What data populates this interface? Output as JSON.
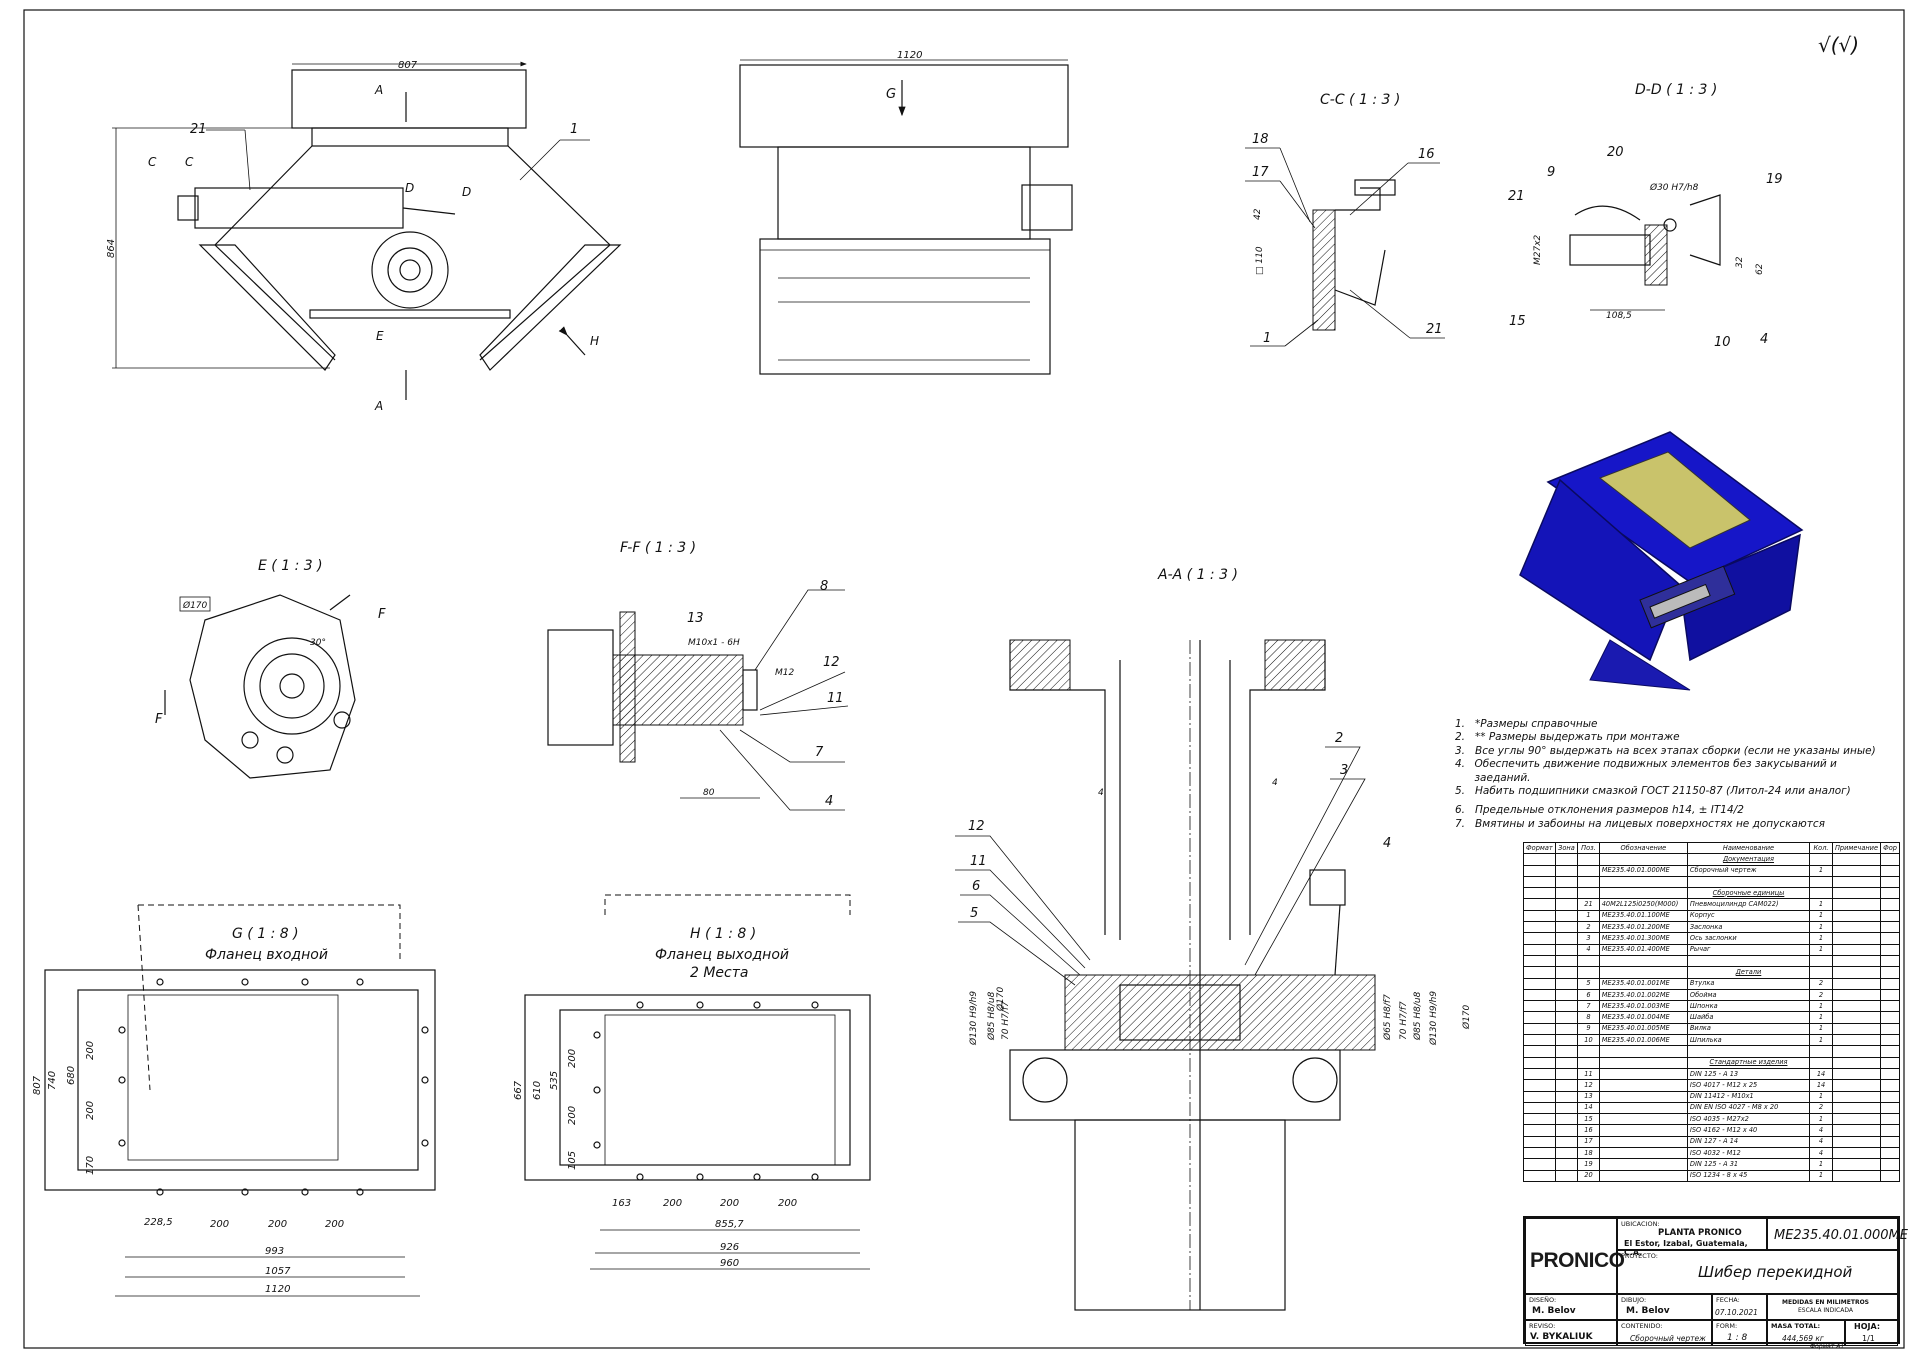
{
  "drawing": {
    "roughness_symbol": "√(√)",
    "dimensions": {
      "main_width": "807",
      "main_height": "864",
      "front_width": "1120",
      "dd_d30": "Ø30 H7/h8",
      "dd_m27": "M27х2",
      "dd_32": "32",
      "dd_62": "62",
      "dd_1085": "108,5",
      "cc_42": "42",
      "cc_110": "□ 110",
      "e_d170": "Ø170",
      "e_30": "30°",
      "ff_m10": "M10х1 - 6H",
      "ff_m12": "M12",
      "ff_80": "80",
      "aa_4a": "4",
      "aa_4b": "4",
      "aa_d170l": "Ø170",
      "aa_d130l": "Ø130 H9/h9",
      "aa_d85l": "Ø85 H8/u8",
      "aa_70l": "70 H7/f7",
      "aa_d65r": "Ø65 H8/f7",
      "aa_70r": "70 H7/f7",
      "aa_d85r": "Ø85 H8/u8",
      "aa_d130r": "Ø130 H9/h9",
      "aa_d170r": "Ø170",
      "g_807": "807",
      "g_740": "740",
      "g_680": "680",
      "g_200a": "200",
      "g_200b": "200",
      "g_170": "170",
      "g_2285": "228,5",
      "g_200c": "200",
      "g_200d": "200",
      "g_200e": "200",
      "g_993": "993",
      "g_1057": "1057",
      "g_1120": "1120",
      "h_667": "667",
      "h_610": "610",
      "h_535": "535",
      "h_200a": "200",
      "h_200b": "200",
      "h_105": "105",
      "h_163": "163",
      "h_200c": "200",
      "h_200d": "200",
      "h_200e": "200",
      "h_8557": "855,7",
      "h_926": "926",
      "h_960": "960"
    },
    "view_labels": {
      "cc": "C-C ( 1 : 3 )",
      "dd": "D-D ( 1 : 3 )",
      "e": "E ( 1 : 3 )",
      "ff": "F-F ( 1 : 3 )",
      "aa": "A-A ( 1 : 3 )",
      "g_title": "G ( 1 : 8 )",
      "g_sub": "Фланец входной",
      "h_title": "H ( 1 : 8 )",
      "h_sub1": "Фланец выходной",
      "h_sub2": "2 Места"
    },
    "markers": {
      "a_top": "A",
      "a_bot": "A",
      "c1": "C",
      "c2": "C",
      "d1": "D",
      "d2": "D",
      "e": "E",
      "h": "H",
      "g": "G",
      "f1": "F",
      "f2": "F"
    },
    "balloons": {
      "m21": "21",
      "m1": "1",
      "cc18": "18",
      "cc17": "17",
      "cc16": "16",
      "cc1": "1",
      "cc21": "21",
      "dd20": "20",
      "dd9": "9",
      "dd19": "19",
      "dd21": "21",
      "dd15": "15",
      "dd10": "10",
      "dd4": "4",
      "ff13": "13",
      "ff8": "8",
      "ff12": "12",
      "ff11": "11",
      "ff7": "7",
      "ff4": "4",
      "aa2": "2",
      "aa3": "3",
      "aa4": "4",
      "aa12": "12",
      "aa11": "11",
      "aa6": "6",
      "aa5": "5"
    },
    "colors": {
      "iso_body": "#1616c8",
      "iso_face": "#c9c36b",
      "line": "#111111"
    }
  },
  "notes": [
    {
      "n": "1.",
      "t": "*Размеры справочные"
    },
    {
      "n": "2.",
      "t": "** Размеры выдержать при монтаже"
    },
    {
      "n": "3.",
      "t": "Все углы 90° выдержать на всех этапах сборки (если не указаны иные)"
    },
    {
      "n": "4.",
      "t": "Обеспечить движение подвижных элементов без закусываний и заеданий."
    },
    {
      "n": "5.",
      "t": "Набить подшипники смазкой ГОСТ 21150-87 (Литол-24 или аналог)"
    },
    {
      "n": "6.",
      "t": "Предельные отклонения размеров h14, ± IT14/2"
    },
    {
      "n": "7.",
      "t": "Вмятины и забоины на лицевых поверхностях не допускаются"
    }
  ],
  "spec": {
    "headers": [
      "Формат",
      "Зона",
      "Поз.",
      "Обозначение",
      "Наименование",
      "Кол.",
      "Примечание",
      "Фор"
    ],
    "rows": [
      [
        "",
        "",
        "",
        "",
        "Документация",
        "",
        ""
      ],
      [
        "",
        "",
        "",
        "ME235.40.01.000ME",
        "Сборочный чертеж",
        "1",
        ""
      ],
      [
        "",
        "",
        "",
        "",
        "",
        "",
        ""
      ],
      [
        "",
        "",
        "",
        "",
        "Сборочные единицы",
        "",
        ""
      ],
      [
        "",
        "",
        "21",
        "40M2L125i0250(M000)",
        "Пневмоцилиндр CAM022)",
        "1",
        ""
      ],
      [
        "",
        "",
        "1",
        "ME235.40.01.100ME",
        "Корпус",
        "1",
        ""
      ],
      [
        "",
        "",
        "2",
        "ME235.40.01.200ME",
        "Заслонка",
        "1",
        ""
      ],
      [
        "",
        "",
        "3",
        "ME235.40.01.300ME",
        "Ось заслонки",
        "1",
        ""
      ],
      [
        "",
        "",
        "4",
        "ME235.40.01.400ME",
        "Рычаг",
        "1",
        ""
      ],
      [
        "",
        "",
        "",
        "",
        "",
        "",
        ""
      ],
      [
        "",
        "",
        "",
        "",
        "Детали",
        "",
        ""
      ],
      [
        "",
        "",
        "5",
        "ME235.40.01.001ME",
        "Втулка",
        "2",
        ""
      ],
      [
        "",
        "",
        "6",
        "ME235.40.01.002ME",
        "Обойма",
        "2",
        ""
      ],
      [
        "",
        "",
        "7",
        "ME235.40.01.003ME",
        "Шпонка",
        "1",
        ""
      ],
      [
        "",
        "",
        "8",
        "ME235.40.01.004ME",
        "Шайба",
        "1",
        ""
      ],
      [
        "",
        "",
        "9",
        "ME235.40.01.005ME",
        "Вилка",
        "1",
        ""
      ],
      [
        "",
        "",
        "10",
        "ME235.40.01.006ME",
        "Шпилька",
        "1",
        ""
      ],
      [
        "",
        "",
        "",
        "",
        "",
        "",
        ""
      ],
      [
        "",
        "",
        "",
        "",
        "Стандартные изделия",
        "",
        ""
      ],
      [
        "",
        "",
        "11",
        "",
        "DIN 125 - A 13",
        "14",
        ""
      ],
      [
        "",
        "",
        "12",
        "",
        "ISO 4017 - M12 x 25",
        "14",
        ""
      ],
      [
        "",
        "",
        "13",
        "",
        "DIN 11412 - M10x1",
        "1",
        ""
      ],
      [
        "",
        "",
        "14",
        "",
        "DIN EN ISO 4027 - M8 x 20",
        "2",
        ""
      ],
      [
        "",
        "",
        "15",
        "",
        "ISO 4035 - M27x2",
        "1",
        ""
      ],
      [
        "",
        "",
        "16",
        "",
        "ISO 4162 - M12 x 40",
        "4",
        ""
      ],
      [
        "",
        "",
        "17",
        "",
        "DIN 127 - A 14",
        "4",
        ""
      ],
      [
        "",
        "",
        "18",
        "",
        "ISO 4032 - M12",
        "4",
        ""
      ],
      [
        "",
        "",
        "19",
        "",
        "DIN 125 - A 31",
        "1",
        ""
      ],
      [
        "",
        "",
        "20",
        "",
        "ISO 1234 - 8 x 45",
        "1",
        ""
      ]
    ]
  },
  "title_block": {
    "logo": "PRONICO",
    "ubicacion_label": "UBICACION:",
    "ubicacion_1": "PLANTA PRONICO",
    "ubicacion_2": "El Estor, Izabal, Guatemala, C.A.",
    "code": "ME235.40.01.000ME",
    "proyecto_label": "PROYECTO:",
    "proyecto": "Шибер перекидной",
    "diseno_label": "DISEÑO:",
    "diseno": "M. Belov",
    "dibujo_label": "DIBUJO:",
    "dibujo": "M. Belov",
    "fecha_label": "FECHA:",
    "fecha": "07.10.2021",
    "medidas": "MEDIDAS EN MILIMETROS",
    "escala": "ESCALA INDICADA",
    "reviso_label": "REVISO:",
    "reviso": "V. BYKALIUK",
    "contenido_label": "CONTENIDO:",
    "contenido": "Сборочный чертеж",
    "form_label": "FORM:",
    "form": "1 : 8",
    "masa_label": "MASA TOTAL:",
    "masa": "444,569 кг",
    "hoja_label": "HOJA:",
    "hoja": "1/1",
    "formato": "Формат А1"
  }
}
